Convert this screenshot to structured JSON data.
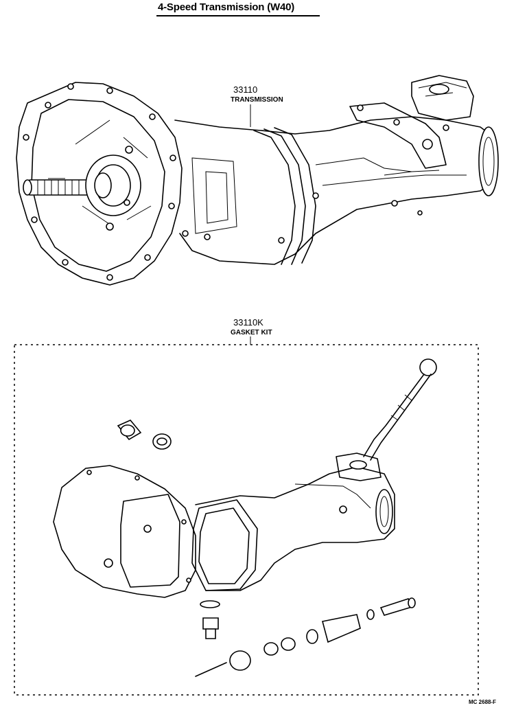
{
  "title": "4-Speed Transmission (W40)",
  "parts": [
    {
      "number": "33110",
      "name": "TRANSMISSION"
    },
    {
      "number": "33110K",
      "name": "GASKET KIT"
    }
  ],
  "drawing_code": "MC 2688-F"
}
